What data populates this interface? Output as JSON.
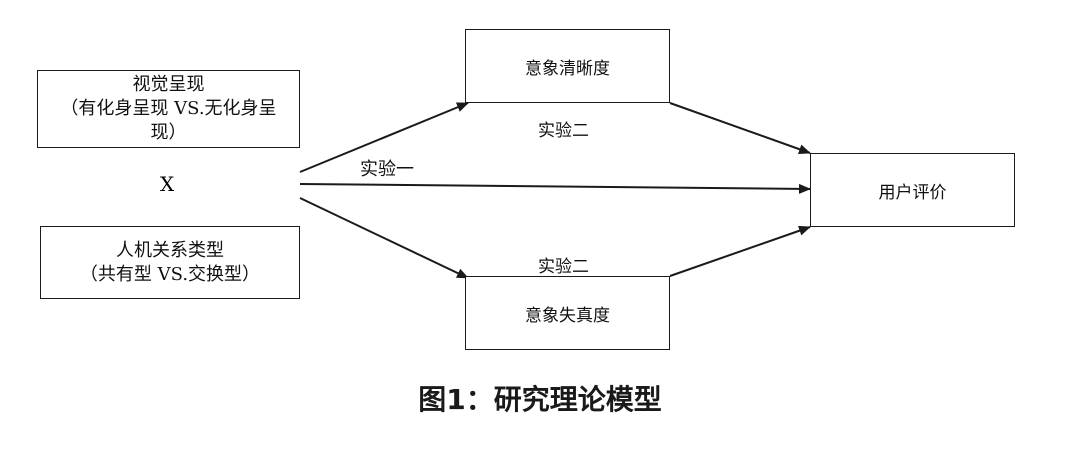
{
  "nodes": {
    "visual": {
      "line1": "视觉呈现",
      "line2": "（有化身呈现 VS.无化身呈",
      "line3": "现）"
    },
    "operator": "X",
    "relation": {
      "line1": "人机关系类型",
      "line2": "（共有型 VS.交换型）"
    },
    "clarity": "意象清晰度",
    "distortion": "意象失真度",
    "evaluation": "用户评价"
  },
  "edge_labels": {
    "experiment1": "实验一",
    "experiment2_top": "实验二",
    "experiment2_bottom": "实验二"
  },
  "caption": "图1：研究理论模型",
  "colors": {
    "line": "#1a1a1a",
    "text": "#111111",
    "background": "#ffffff"
  }
}
